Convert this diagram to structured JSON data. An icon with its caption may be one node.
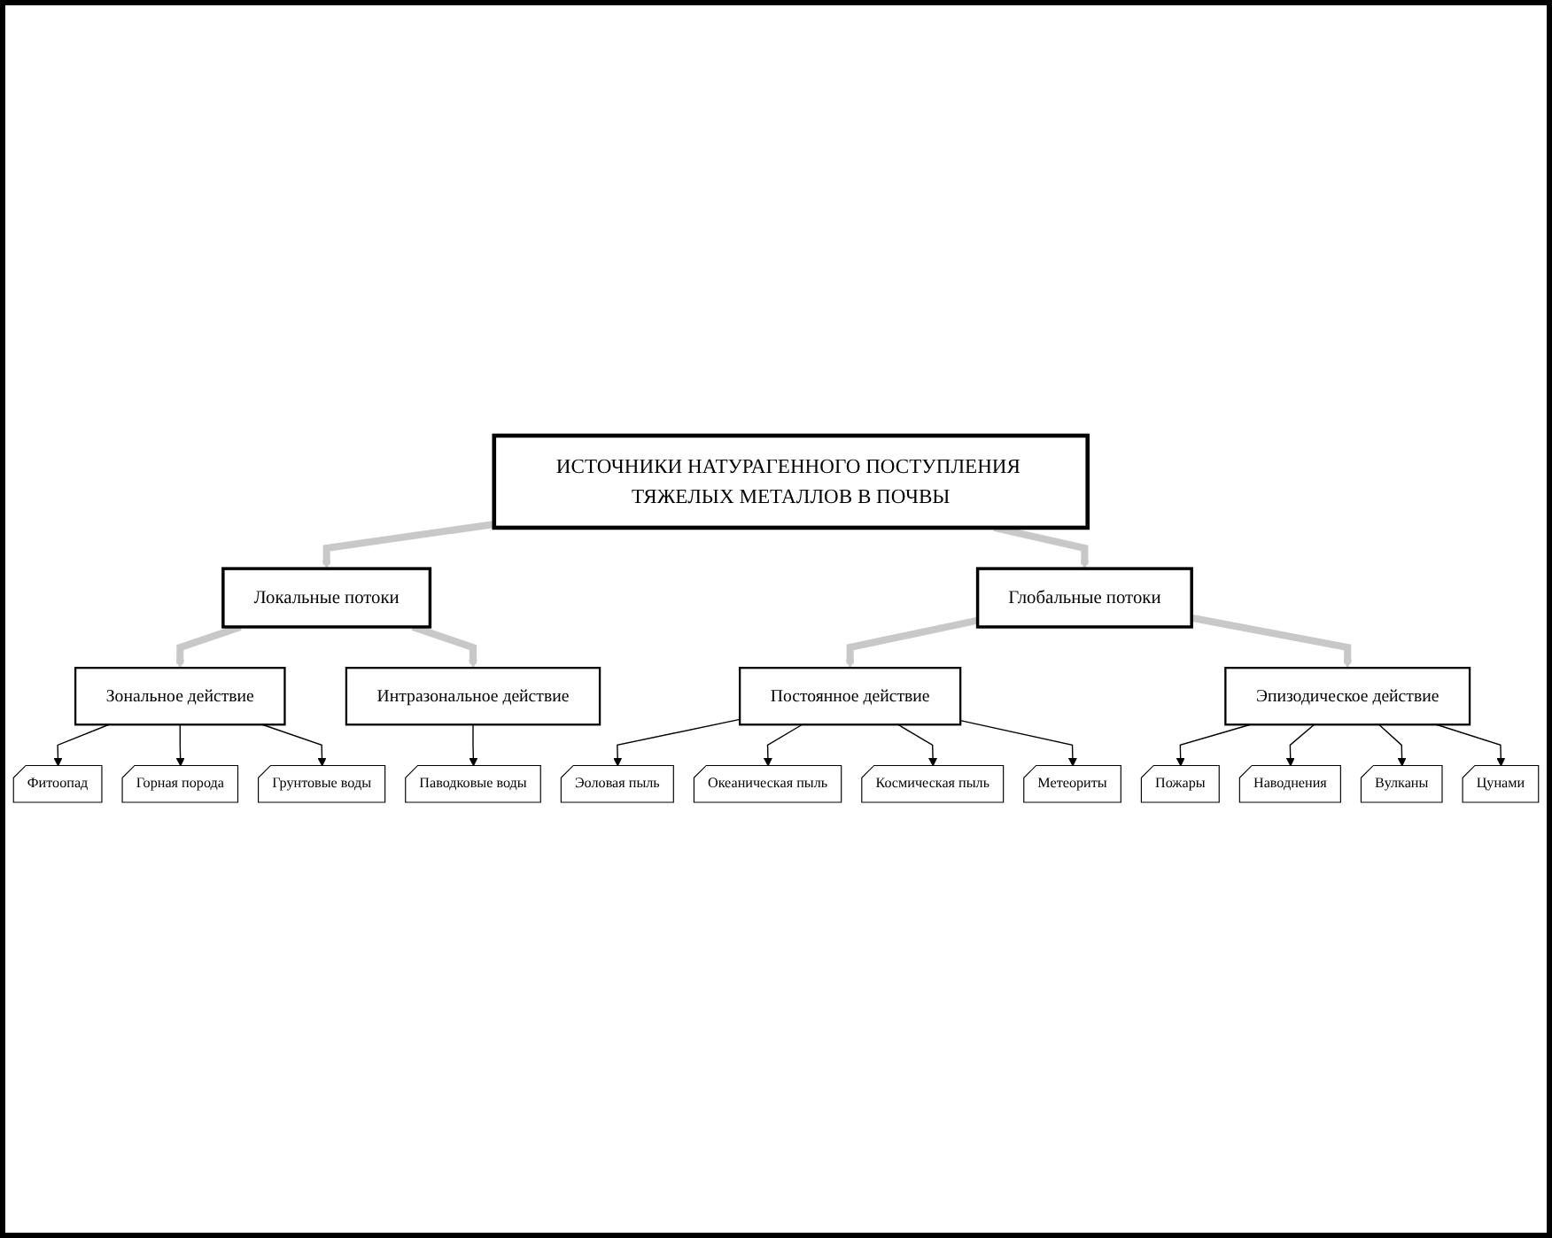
{
  "diagram": {
    "nodes": [
      {
        "text": [
          "ИСТОЧНИКИ НАТУРАГЕННОГО ПОСТУПЛЕНИЯ ТЯЖЕЛЫХ МЕТАЛЛОВ В ПОЧВЫ"
        ]
      },
      {
        "text": [
          "Локальные потоки"
        ]
      },
      {
        "text": [
          "Глобальные потоки"
        ]
      },
      {
        "text": [
          "Зональное действие"
        ]
      },
      {
        "text": [
          "Интразональное действие"
        ]
      },
      {
        "text": [
          "Постоянное действие"
        ]
      },
      {
        "text": [
          "Эпизодическое действие"
        ]
      },
      {
        "text": [
          "Фитоопад"
        ]
      },
      {
        "text": [
          "Горная порода"
        ]
      },
      {
        "text": [
          "Грунтовые воды"
        ]
      },
      {
        "text": [
          "Паводковые воды"
        ]
      },
      {
        "text": [
          "Эоловая пыль"
        ]
      },
      {
        "text": [
          "Океаническая пыль"
        ]
      },
      {
        "text": [
          "Космическая пыль"
        ]
      },
      {
        "text": [
          "Метеориты"
        ]
      },
      {
        "text": [
          "Пожары"
        ]
      },
      {
        "text": [
          "Наводнения"
        ]
      },
      {
        "text": [
          "Вулканы"
        ]
      },
      {
        "text": [
          "Цунами"
        ]
      }
    ],
    "edges": [
      {
        "from": 0,
        "to": 1,
        "arrow": "to",
        "style": "thick",
        "color": "#c8c8c8"
      },
      {
        "from": 0,
        "to": 2,
        "arrow": "to",
        "style": "thick",
        "color": "#c8c8c8"
      },
      {
        "from": 1,
        "to": 3,
        "arrow": "to",
        "style": "thick",
        "color": "#c8c8c8"
      },
      {
        "from": 1,
        "to": 4,
        "arrow": "to",
        "style": "thick",
        "color": "#c8c8c8"
      },
      {
        "from": 2,
        "to": 5,
        "arrow": "to",
        "style": "thick",
        "color": "#c8c8c8"
      },
      {
        "from": 2,
        "to": 6,
        "arrow": "to",
        "style": "thick",
        "color": "#c8c8c8"
      },
      {
        "from": 3,
        "to": 7,
        "arrow": "to"
      },
      {
        "from": 3,
        "to": 8,
        "arrow": "to"
      },
      {
        "from": 3,
        "to": 9,
        "arrow": "to"
      },
      {
        "from": 4,
        "to": 10,
        "arrow": "to"
      },
      {
        "from": 5,
        "to": 11,
        "arrow": "to"
      },
      {
        "from": 5,
        "to": 12,
        "arrow": "to"
      },
      {
        "from": 5,
        "to": 13,
        "arrow": "to"
      },
      {
        "from": 5,
        "to": 14,
        "arrow": "to"
      },
      {
        "from": 6,
        "to": 15,
        "arrow": "to"
      },
      {
        "from": 6,
        "to": 16,
        "arrow": "to"
      },
      {
        "from": 6,
        "to": 17,
        "arrow": "to"
      },
      {
        "from": 6,
        "to": 18,
        "arrow": "to"
      }
    ]
  }
}
